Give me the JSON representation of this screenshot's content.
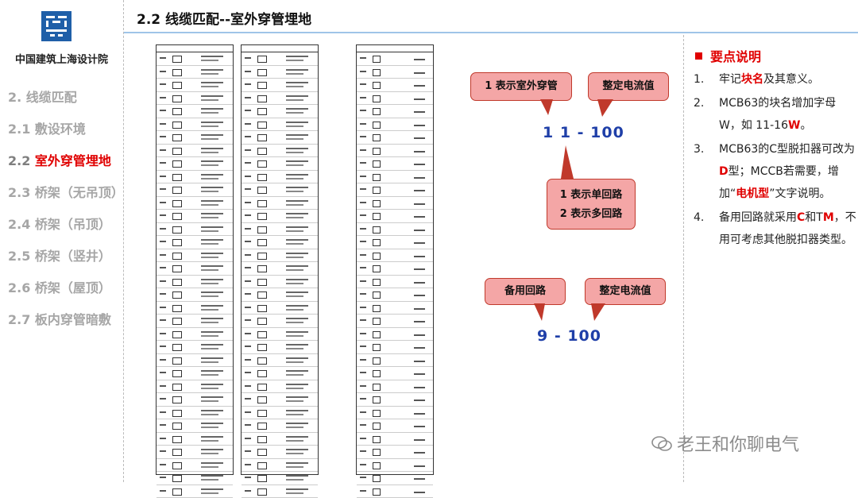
{
  "sidebar": {
    "org_name": "中国建筑上海设计院",
    "nav": [
      {
        "label": "2. 线缆匹配",
        "highlight": ""
      },
      {
        "label": "2.1 敷设环境",
        "highlight": ""
      },
      {
        "label": "2.2 ",
        "highlight": "室外穿管埋地"
      },
      {
        "label": "2.3 桥架（无吊顶）",
        "highlight": ""
      },
      {
        "label": "2.4 桥架（吊顶）",
        "highlight": ""
      },
      {
        "label": "2.5 桥架（竖井）",
        "highlight": ""
      },
      {
        "label": "2.6 桥架（屋顶）",
        "highlight": ""
      },
      {
        "label": "2.7 板内穿管暗敷",
        "highlight": ""
      }
    ]
  },
  "title": "2.2 线缆匹配--室外穿管埋地",
  "callouts": {
    "outdoor_pipe": "1 表示室外穿管",
    "rated_current_1": "整定电流值",
    "circuit_single": "1 表示单回路",
    "circuit_multi": "2 表示多回路",
    "spare_circuit": "备用回路",
    "rated_current_2": "整定电流值"
  },
  "codes": {
    "example_1": "1 1 - 100",
    "example_2": "9  - 100"
  },
  "key_points": {
    "heading": "要点说明",
    "items": [
      {
        "num": "1.",
        "a": "牢记",
        "b": "块名",
        "c": "及其意义。",
        "d": "",
        "e": "",
        "f": ""
      },
      {
        "num": "2.",
        "a": "MCB63的块名增加字母W，如 11-16",
        "b": "W",
        "c": "。",
        "d": "",
        "e": "",
        "f": ""
      },
      {
        "num": "3.",
        "a": "MCB63的C型脱扣器可改为",
        "b": "D",
        "c": "型；MCCB若需要，增加“",
        "d": "电机型",
        "e": "”文字说明。",
        "f": ""
      },
      {
        "num": "4.",
        "a": "备用回路就采用",
        "b": "C",
        "c": "和T",
        "d": "M",
        "e": "，",
        "f": "不用可考虑其他脱扣器类型。"
      }
    ]
  },
  "watermark": "老王和你聊电气",
  "colors": {
    "accent_red": "#e00000",
    "code_blue": "#1f3fa8",
    "callout_fill": "#f4a6a6",
    "logo_blue": "#1f5fa8"
  }
}
